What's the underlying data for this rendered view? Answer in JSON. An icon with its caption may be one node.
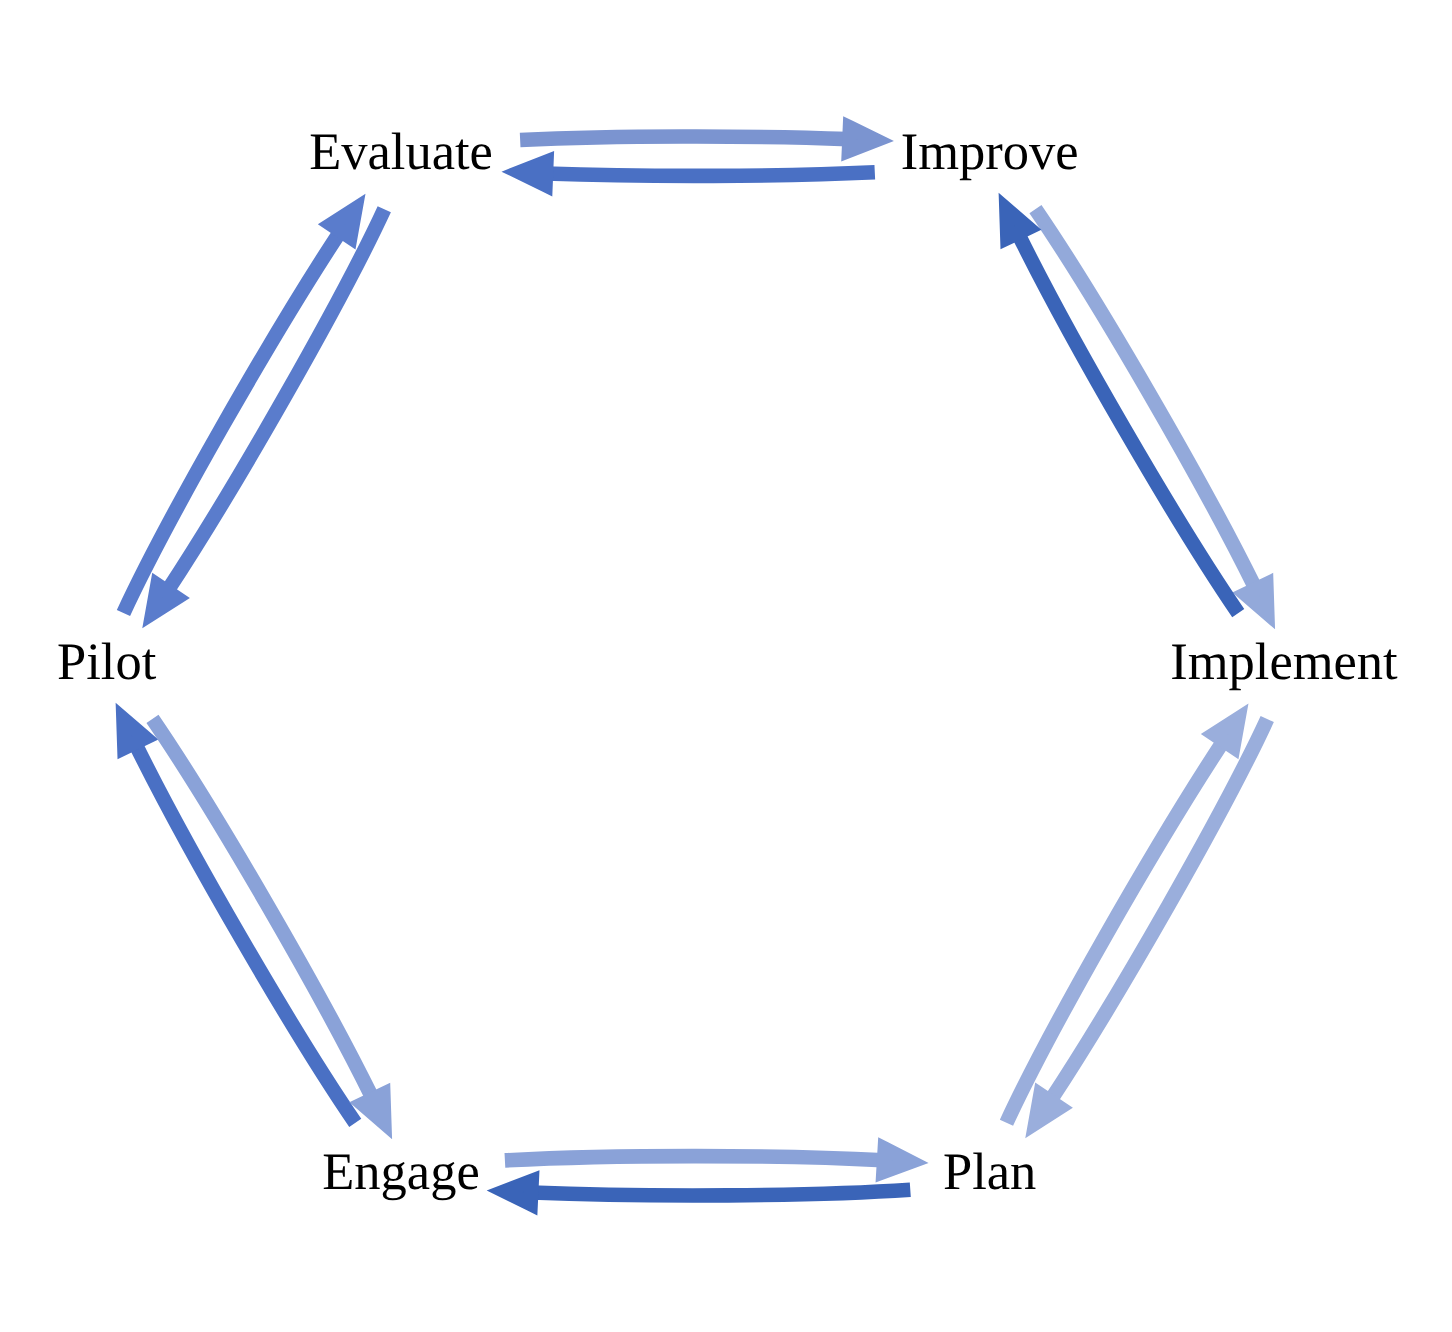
{
  "diagram": {
    "nodes": [
      {
        "text": [
          "Implement"
        ]
      },
      {
        "text": [
          "Plan"
        ]
      },
      {
        "text": [
          "Improve"
        ]
      },
      {
        "text": [
          "Engage"
        ]
      },
      {
        "text": [
          "Evaluate"
        ]
      },
      {
        "text": [
          "Pilot"
        ]
      }
    ],
    "edges": [
      {
        "from": 0,
        "to": 1,
        "arrow": "to",
        "color": "#9aaedc"
      },
      {
        "from": 1,
        "to": 3,
        "arrow": "to",
        "color": "#3a64b8"
      },
      {
        "from": 3,
        "to": 5,
        "arrow": "to",
        "color": "#4a70c4"
      },
      {
        "from": 5,
        "to": 4,
        "arrow": "to",
        "color": "#5a7ccc"
      },
      {
        "from": 4,
        "to": 2,
        "arrow": "to",
        "color": "#7b94d0"
      },
      {
        "from": 2,
        "to": 0,
        "arrow": "to",
        "color": "#93a9da"
      },
      {
        "from": 1,
        "to": 0,
        "arrow": "to",
        "color": "#9aaedc"
      },
      {
        "from": 3,
        "to": 1,
        "arrow": "to",
        "color": "#8aa2d8"
      },
      {
        "from": 5,
        "to": 3,
        "arrow": "to",
        "color": "#8aa2d8"
      },
      {
        "from": 4,
        "to": 5,
        "arrow": "to",
        "color": "#5a7ccc"
      },
      {
        "from": 2,
        "to": 4,
        "arrow": "to",
        "color": "#4a70c4"
      },
      {
        "from": 0,
        "to": 2,
        "arrow": "to",
        "color": "#3a64b8"
      }
    ]
  }
}
